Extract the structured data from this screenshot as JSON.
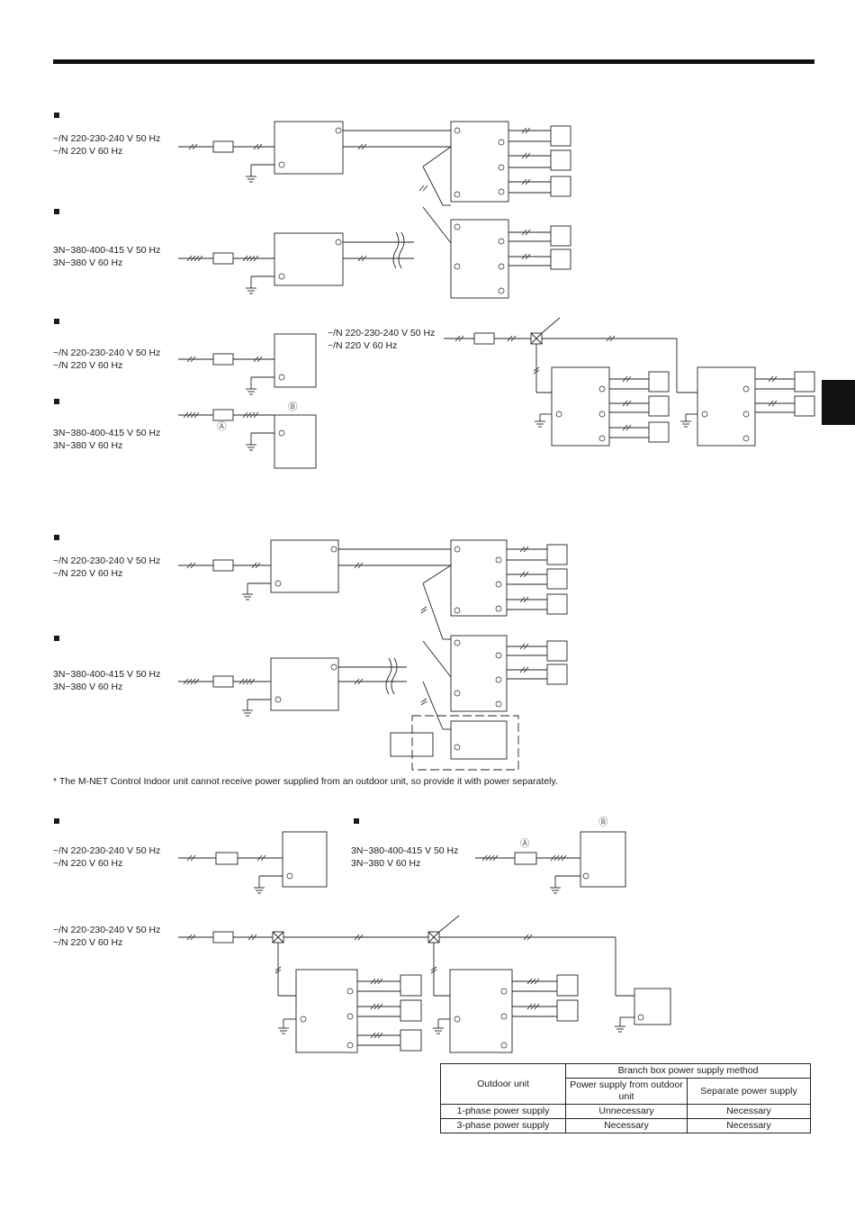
{
  "voltage": {
    "single_50": "~/N 220-230-240 V 50 Hz",
    "single_60": "~/N 220 V 60 Hz",
    "three_50": "3N~380-400-415 V 50 Hz",
    "three_60": "3N~380 V 60 Hz"
  },
  "markers": {
    "a": "Ⓐ",
    "b": "Ⓑ"
  },
  "note": "* The M-NET Control Indoor unit cannot receive power supplied from an outdoor unit, so provide it with power separately.",
  "table": {
    "header_group": "Branch box power supply method",
    "row_header": "Outdoor unit",
    "col1": "Power supply from outdoor unit",
    "col2": "Separate power supply",
    "rows": [
      {
        "label": "1-phase power supply",
        "c1": "Unnecessary",
        "c2": "Necessary"
      },
      {
        "label": "3-phase power supply",
        "c1": "Necessary",
        "c2": "Necessary"
      }
    ]
  }
}
